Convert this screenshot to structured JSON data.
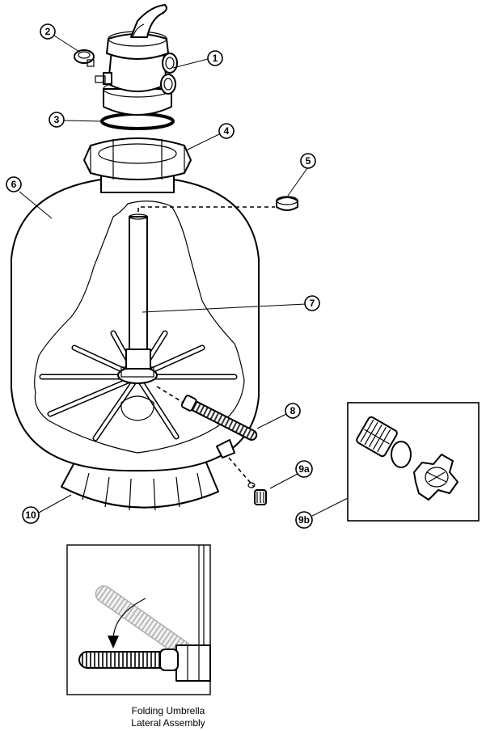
{
  "callouts": {
    "c1": "1",
    "c2": "2",
    "c3": "3",
    "c4": "4",
    "c5": "5",
    "c6": "6",
    "c7": "7",
    "c8": "8",
    "c9a": "9a",
    "c9b": "9b",
    "c10": "10"
  },
  "inset": {
    "caption_line1": "Folding Umbrella",
    "caption_line2": "Lateral Assembly"
  }
}
